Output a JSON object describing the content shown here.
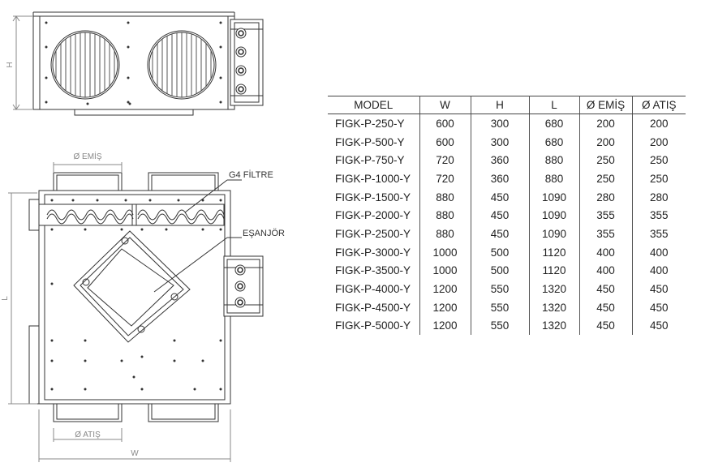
{
  "drawing": {
    "dim_H": "H",
    "dim_L": "L",
    "dim_W": "W",
    "label_emis": "Ø EMİŞ",
    "label_atis": "Ø ATIŞ",
    "label_filtre": "G4 FİLTRE",
    "label_esanjor": "EŞANJÖR"
  },
  "table": {
    "headers": [
      "MODEL",
      "W",
      "H",
      "L",
      "Ø EMİŞ",
      "Ø ATIŞ"
    ],
    "rows": [
      [
        "FIGK-P-250-Y",
        "600",
        "300",
        "680",
        "200",
        "200"
      ],
      [
        "FIGK-P-500-Y",
        "600",
        "300",
        "680",
        "200",
        "200"
      ],
      [
        "FIGK-P-750-Y",
        "720",
        "360",
        "880",
        "250",
        "250"
      ],
      [
        "FIGK-P-1000-Y",
        "720",
        "360",
        "880",
        "250",
        "250"
      ],
      [
        "FIGK-P-1500-Y",
        "880",
        "450",
        "1090",
        "280",
        "280"
      ],
      [
        "FIGK-P-2000-Y",
        "880",
        "450",
        "1090",
        "355",
        "355"
      ],
      [
        "FIGK-P-2500-Y",
        "880",
        "450",
        "1090",
        "355",
        "355"
      ],
      [
        "FIGK-P-3000-Y",
        "1000",
        "500",
        "1120",
        "400",
        "400"
      ],
      [
        "FIGK-P-3500-Y",
        "1000",
        "500",
        "1120",
        "400",
        "400"
      ],
      [
        "FIGK-P-4000-Y",
        "1200",
        "550",
        "1320",
        "450",
        "450"
      ],
      [
        "FIGK-P-4500-Y",
        "1200",
        "550",
        "1320",
        "450",
        "450"
      ],
      [
        "FIGK-P-5000-Y",
        "1200",
        "550",
        "1320",
        "450",
        "450"
      ]
    ]
  }
}
